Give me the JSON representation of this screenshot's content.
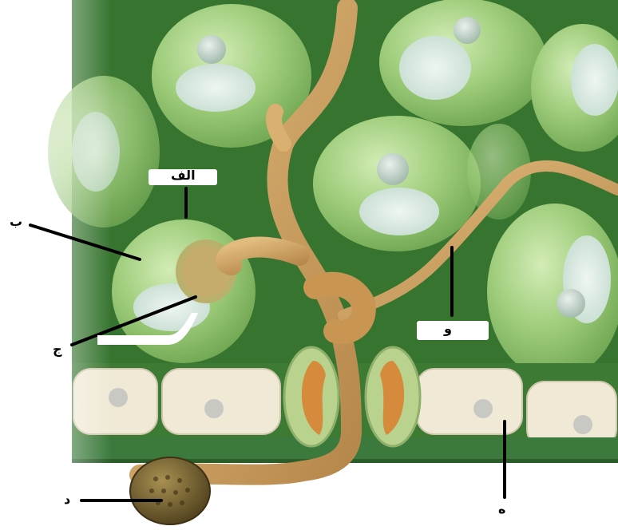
{
  "labels": {
    "alef": "الف",
    "be": "ب",
    "jim": "ج",
    "dal": "د",
    "he": "ه",
    "vav": "و"
  },
  "colors": {
    "background_tissue": "#3d7a34",
    "mesophyll_cell": "#9fce7c",
    "epidermis_cell": "#efe9d6",
    "fungal_hypha": "#c99a5a",
    "guard_cell_inner": "#d58a3c",
    "spore": "#6f5a2c",
    "leader_line": "#000000"
  }
}
